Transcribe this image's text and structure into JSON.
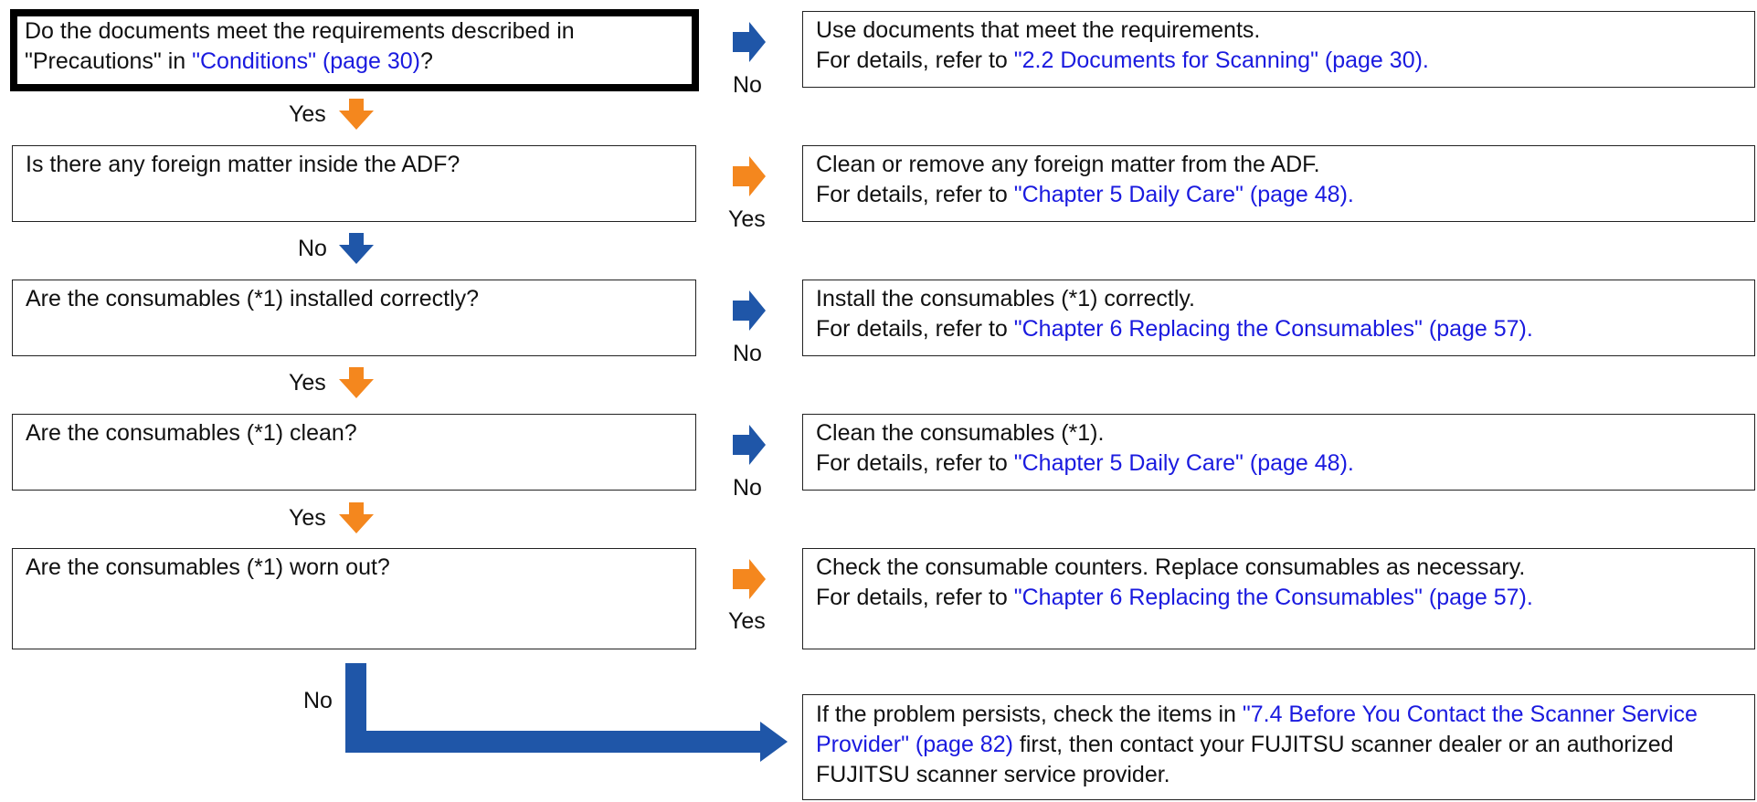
{
  "colors": {
    "blue_arrow": "#1f56a8",
    "orange_arrow": "#f4871e",
    "link": "#1a1adf"
  },
  "questions": [
    {
      "text_before": "Do the documents meet the requirements described in \"Precautions\" in ",
      "link": "\"Conditions\" (page 30)",
      "text_after": "?",
      "side_label": "No",
      "down_label": "Yes",
      "answer_line1": "Use documents that meet the requirements.",
      "answer_prefix": "For details, refer to ",
      "answer_link": "\"2.2 Documents for Scanning\" (page 30)."
    },
    {
      "text_before": "Is there any foreign matter inside the ADF?",
      "side_label": "Yes",
      "down_label": "No",
      "answer_line1": "Clean or remove any foreign matter from the ADF.",
      "answer_prefix": "For details, refer to ",
      "answer_link": "\"Chapter 5 Daily Care\" (page 48)."
    },
    {
      "text_before": "Are the consumables (*1) installed correctly?",
      "side_label": "No",
      "down_label": "Yes",
      "answer_line1": "Install the consumables (*1) correctly.",
      "answer_prefix": "For details, refer to ",
      "answer_link": "\"Chapter 6 Replacing the Consumables\" (page 57)."
    },
    {
      "text_before": "Are the consumables (*1) clean?",
      "side_label": "No",
      "down_label": "Yes",
      "answer_line1": "Clean the consumables (*1).",
      "answer_prefix": "For details, refer to ",
      "answer_link": "\"Chapter 5 Daily Care\" (page 48)."
    },
    {
      "text_before": "Are the consumables (*1) worn out?",
      "side_label": "Yes",
      "down_label": "No",
      "answer_line1": "Check the consumable counters. Replace consumables as necessary.",
      "answer_prefix": "For details, refer to ",
      "answer_link": "\"Chapter 6 Replacing the Consumables\" (page 57)."
    }
  ],
  "final": {
    "text_before": "If the problem persists, check the items in ",
    "link": "\"7.4 Before You Contact the Scanner Service Provider\" (page 82)",
    "text_after": " first, then contact your FUJITSU scanner dealer or an authorized FUJITSU scanner service provider."
  }
}
